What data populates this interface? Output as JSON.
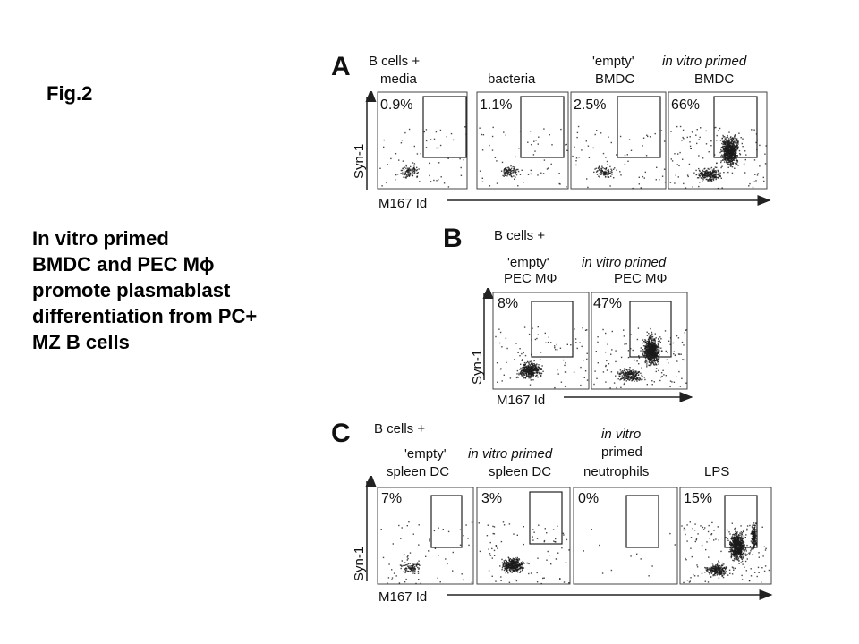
{
  "figure_label": "Fig.2",
  "caption": {
    "line1": "In vitro primed",
    "line2_text": "BMDC and PEC M",
    "line2_symbol": "ϕ",
    "line3": "promote plasmablast",
    "line4": "differentiation from PC+",
    "line5": "MZ B cells"
  },
  "panels": [
    {
      "label": "A",
      "y_axis": "Syn-1",
      "x_axis": "M167 Id",
      "subplots": [
        {
          "header": [
            "B cells +",
            "media"
          ],
          "percent": "0.9%",
          "density": "low"
        },
        {
          "header": [
            "bacteria"
          ],
          "percent": "1.1%",
          "density": "low"
        },
        {
          "header": [
            "'empty'",
            "BMDC"
          ],
          "percent": "2.5%",
          "density": "low"
        },
        {
          "header": [
            "in vitro primed",
            "BMDC"
          ],
          "percent": "66%",
          "density": "high"
        }
      ]
    },
    {
      "label": "B",
      "top_header": "B cells +",
      "y_axis": "Syn-1",
      "x_axis": "M167 Id",
      "subplots": [
        {
          "header": [
            "'empty'",
            "PEC MΦ"
          ],
          "percent": "8%",
          "density": "medium"
        },
        {
          "header": [
            "in vitro primed",
            "PEC MΦ"
          ],
          "percent": "47%",
          "density": "high"
        }
      ]
    },
    {
      "label": "C",
      "y_axis": "Syn-1",
      "x_axis": "M167 Id",
      "subplots": [
        {
          "header": [
            "B cells +",
            "'empty'",
            "spleen DC"
          ],
          "percent": "7%",
          "density": "low"
        },
        {
          "header": [
            "in vitro primed",
            "spleen DC"
          ],
          "percent": "3%",
          "density": "medium"
        },
        {
          "header": [
            "in vitro",
            "primed",
            "neutrophils"
          ],
          "percent": "0%",
          "density": "none"
        },
        {
          "header": [
            "LPS"
          ],
          "percent": "15%",
          "density": "high"
        }
      ]
    }
  ]
}
